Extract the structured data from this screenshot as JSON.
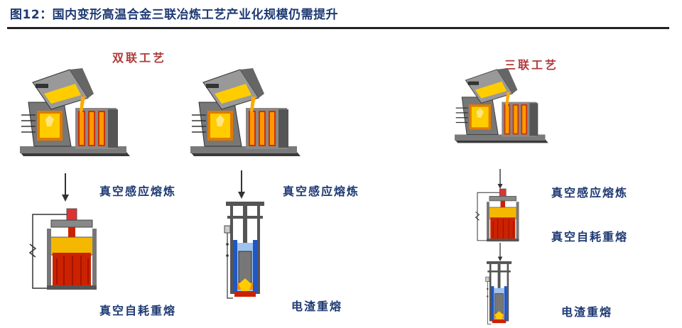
{
  "figure": {
    "title": "图12：国内变形高温合金三联冶炼工艺产业化规模仍需提升"
  },
  "duplex": {
    "label": "双联工艺",
    "step1": "真空感应熔炼",
    "step2a": "真空自耗重熔",
    "step2b": "电渣重熔"
  },
  "triplex": {
    "label": "三联工艺",
    "step1": "真空感应熔炼",
    "step2": "真空自耗重熔",
    "step3": "电渣重熔"
  },
  "colors": {
    "title": "#1e3a73",
    "section_label": "#b03a3a",
    "step_label": "#1e3a73",
    "molten_metal": "#f5b800",
    "ingot_red": "#cc2200",
    "water_jacket": "#1f57c4"
  },
  "icons": [
    "vacuum-induction-furnace-icon",
    "vacuum-arc-remelting-icon",
    "electroslag-remelting-icon",
    "arrow-down-icon"
  ]
}
